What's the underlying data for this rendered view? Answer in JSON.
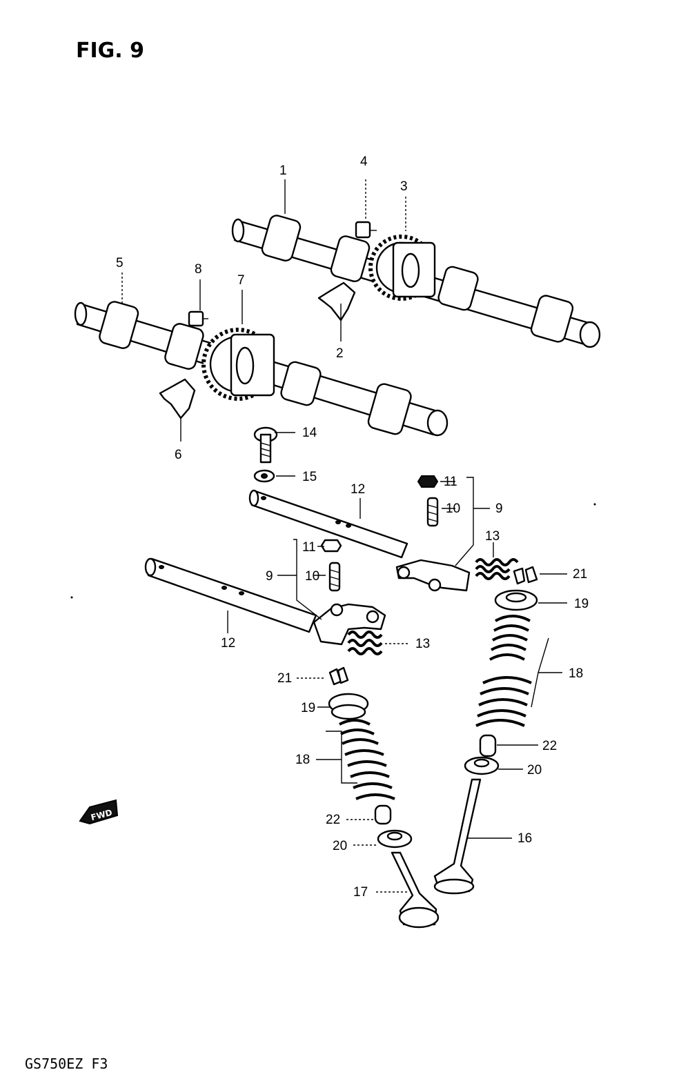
{
  "figure": {
    "title": "FIG. 9",
    "footer": "GS750EZ F3"
  },
  "fwd_badge": {
    "label": "FWD"
  },
  "callouts": [
    "1",
    "4",
    "3",
    "5",
    "8",
    "7",
    "2",
    "6",
    "14",
    "15",
    "11",
    "12",
    "10",
    "9",
    "13",
    "21",
    "11",
    "9",
    "10",
    "19",
    "12",
    "13",
    "18",
    "21",
    "19",
    "22",
    "18",
    "20",
    "22",
    "16",
    "20",
    "17"
  ]
}
